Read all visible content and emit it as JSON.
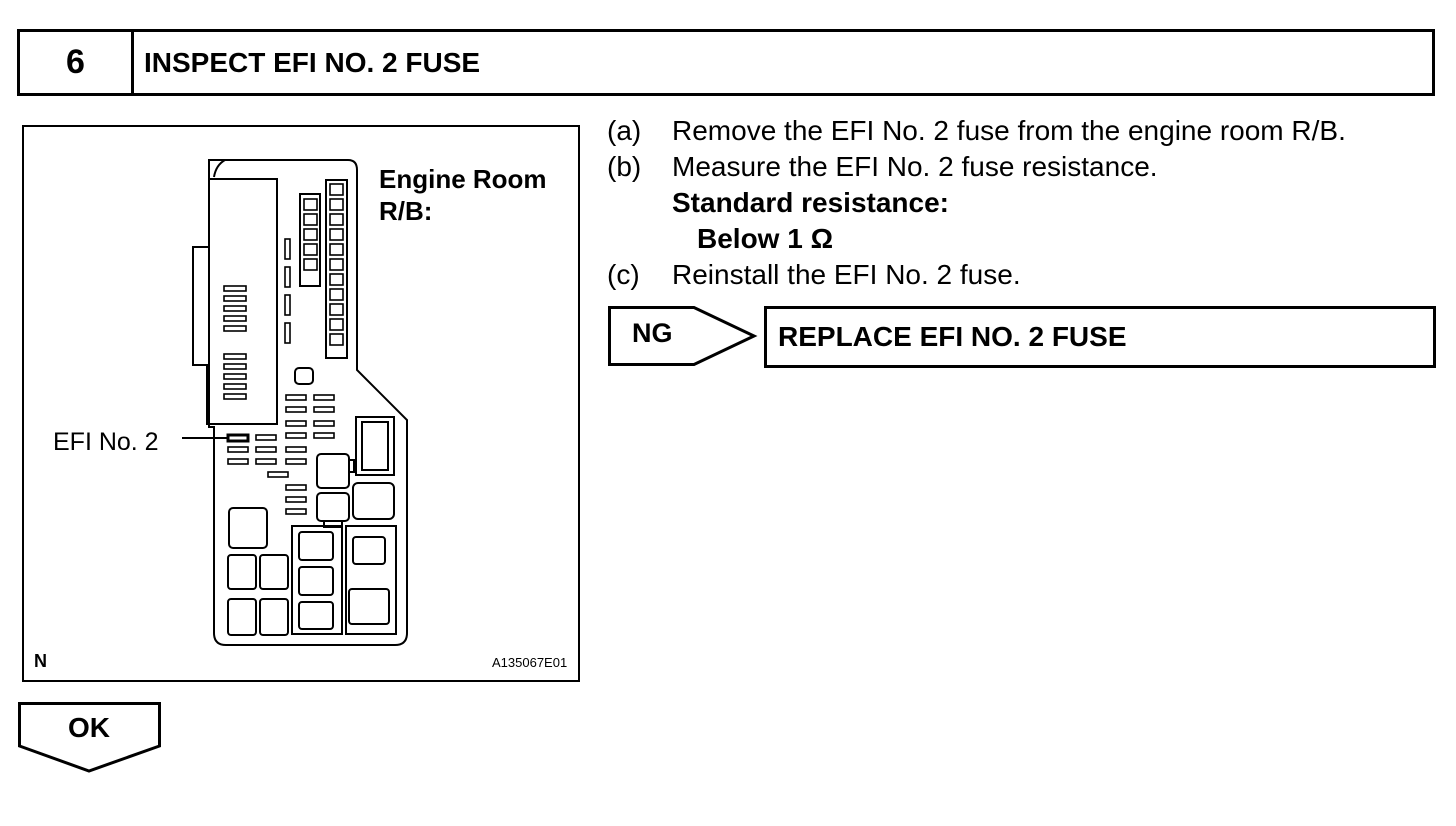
{
  "step": {
    "number": "6",
    "title": "INSPECT EFI NO. 2 FUSE"
  },
  "figure": {
    "heading_line1": "Engine Room",
    "heading_line2": "R/B:",
    "callout": "EFI No. 2",
    "orientation_mark": "N",
    "figure_id": "A135067E01"
  },
  "instructions": [
    {
      "letter": "(a)",
      "text": "Remove the EFI No. 2 fuse from the engine room R/B."
    },
    {
      "letter": "(b)",
      "text": "Measure the EFI No. 2 fuse resistance."
    },
    {
      "letter": "(c)",
      "text": "Reinstall the EFI No. 2 fuse."
    }
  ],
  "specification": {
    "label": "Standard resistance:",
    "value": "Below 1 Ω"
  },
  "result_ng": {
    "label": "NG",
    "action": "REPLACE EFI NO. 2 FUSE"
  },
  "result_ok": {
    "label": "OK"
  }
}
